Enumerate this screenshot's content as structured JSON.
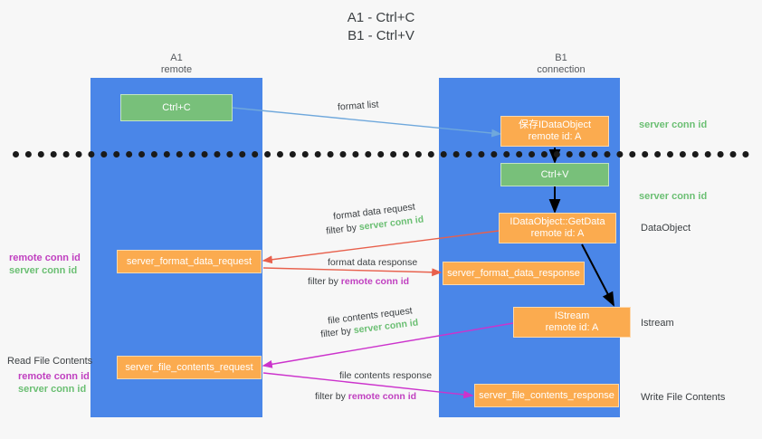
{
  "title": {
    "line1": "A1 - Ctrl+C",
    "line2": "B1 - Ctrl+V"
  },
  "lanes": [
    {
      "name": "A1",
      "sub": "remote",
      "color": "#4a86e8"
    },
    {
      "name": "B1",
      "sub": "connection",
      "color": "#4a86e8"
    }
  ],
  "colors": {
    "lane": "#4a86e8",
    "node_orange": "#fbab4f",
    "node_green": "#78c07a",
    "server_conn_id": "#6bbf73",
    "remote_conn_id": "#c040c0",
    "arrow_blue": "#6fa8dc",
    "arrow_red": "#e8604c",
    "arrow_magenta": "#cc33cc",
    "arrow_black": "#000000",
    "separator": "#1a1a1a",
    "background": "#f7f7f7"
  },
  "nodes": {
    "ctrl_c": {
      "label": "Ctrl+C",
      "style": "green"
    },
    "save_idataobject": {
      "line1": "保存IDataObject",
      "line2": "remote id: A",
      "style": "orange"
    },
    "ctrl_v": {
      "label": "Ctrl+V",
      "style": "green"
    },
    "getdata": {
      "line1": "IDataObject::GetData",
      "line2": "remote id: A",
      "style": "orange"
    },
    "istream": {
      "line1": "IStream",
      "line2": "remote id: A",
      "style": "orange"
    },
    "server_format_data_request": {
      "label": "server_format_data_request",
      "style": "orange"
    },
    "server_format_data_response": {
      "label": "server_format_data_response",
      "style": "orange"
    },
    "server_file_contents_request": {
      "label": "server_file_contents_request",
      "style": "orange"
    },
    "server_file_contents_response": {
      "label": "server_file_contents_response",
      "style": "orange"
    }
  },
  "edges": {
    "format_list": "format list",
    "format_data_request": "format data request",
    "format_data_response": "format data response",
    "file_contents_request": "file contents request",
    "file_contents_response": "file contents response",
    "filter_by": "filter by "
  },
  "terms": {
    "server_conn_id": "server conn id",
    "remote_conn_id": "remote conn id"
  },
  "side_labels": {
    "conn_top": "server conn id",
    "conn_mid": "server conn id",
    "dataobject": "DataObject",
    "istream": "Istream",
    "write_file_contents": "Write File Contents",
    "read_file_contents": "Read File Contents"
  }
}
